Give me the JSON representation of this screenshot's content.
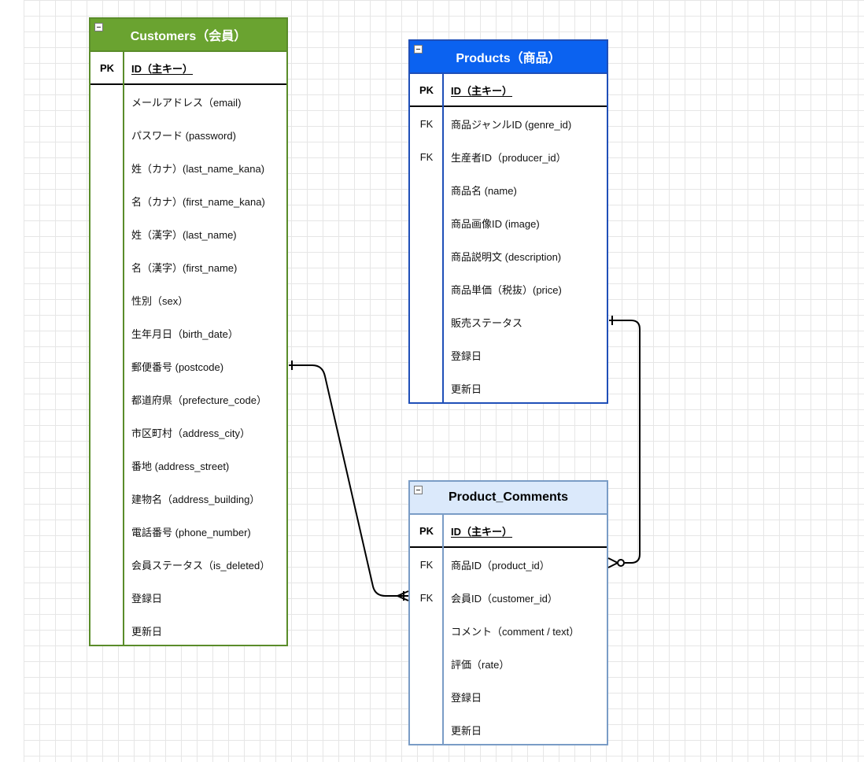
{
  "colors": {
    "customers_header": "#6aa330",
    "customers_border": "#5a8c2a",
    "products_header": "#0b62f0",
    "products_border": "#1f4fb8",
    "comments_header": "#dbe9fb",
    "comments_border": "#7a9cc6",
    "line": "#000000"
  },
  "entities": {
    "customers": {
      "title": "Customers（会員）",
      "pk": {
        "key": "PK",
        "name": "ID（主キー）"
      },
      "rows": [
        {
          "key": "",
          "name": "メールアドレス（email)"
        },
        {
          "key": "",
          "name": "パスワード (password)"
        },
        {
          "key": "",
          "name": "姓（カナ）(last_name_kana)"
        },
        {
          "key": "",
          "name": "名（カナ）(first_name_kana)"
        },
        {
          "key": "",
          "name": "姓（漢字）(last_name)"
        },
        {
          "key": "",
          "name": "名（漢字）(first_name)"
        },
        {
          "key": "",
          "name": "性別（sex）"
        },
        {
          "key": "",
          "name": "生年月日（birth_date）"
        },
        {
          "key": "",
          "name": "郵便番号 (postcode)"
        },
        {
          "key": "",
          "name": "都道府県（prefecture_code）"
        },
        {
          "key": "",
          "name": "市区町村（address_city）"
        },
        {
          "key": "",
          "name": "番地 (address_street)"
        },
        {
          "key": "",
          "name": "建物名（address_building）"
        },
        {
          "key": "",
          "name": "電話番号 (phone_number)"
        },
        {
          "key": "",
          "name": "会員ステータス（is_deleted）"
        },
        {
          "key": "",
          "name": "登録日"
        },
        {
          "key": "",
          "name": "更新日"
        }
      ]
    },
    "products": {
      "title": "Products（商品）",
      "pk": {
        "key": "PK",
        "name": "ID（主キー）"
      },
      "rows": [
        {
          "key": "FK",
          "name": "商品ジャンルID (genre_id)"
        },
        {
          "key": "FK",
          "name": "生産者ID（producer_id）"
        },
        {
          "key": "",
          "name": "商品名 (name)"
        },
        {
          "key": "",
          "name": "商品画像ID (image)"
        },
        {
          "key": "",
          "name": "商品説明文 (description)"
        },
        {
          "key": "",
          "name": "商品単価（税抜）(price)"
        },
        {
          "key": "",
          "name": "販売ステータス"
        },
        {
          "key": "",
          "name": "登録日"
        },
        {
          "key": "",
          "name": "更新日"
        }
      ]
    },
    "comments": {
      "title": "Product_Comments",
      "pk": {
        "key": "PK",
        "name": "ID（主キー）"
      },
      "rows": [
        {
          "key": "FK",
          "name": "商品ID（product_id）"
        },
        {
          "key": "FK",
          "name": "会員ID（customer_id）"
        },
        {
          "key": "",
          "name": "コメント（comment / text）"
        },
        {
          "key": "",
          "name": "評価（rate）"
        },
        {
          "key": "",
          "name": "登録日"
        },
        {
          "key": "",
          "name": "更新日"
        }
      ]
    }
  }
}
